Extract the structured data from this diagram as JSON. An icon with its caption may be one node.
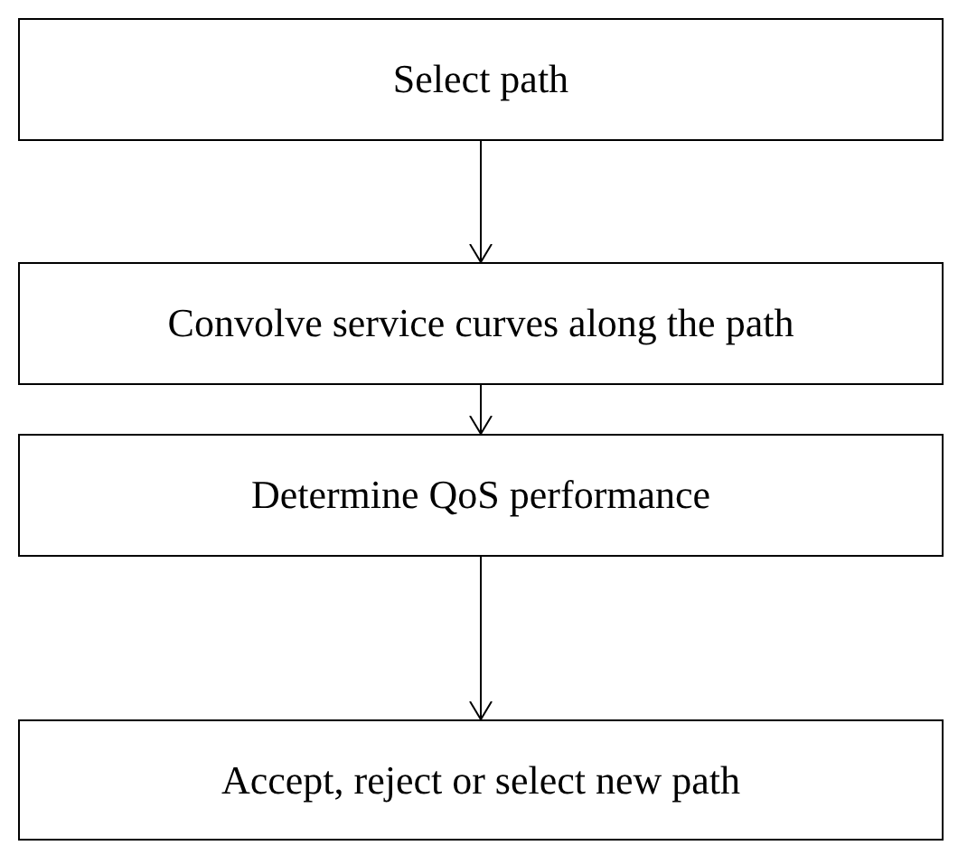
{
  "diagram": {
    "nodes": [
      {
        "text": [
          "Select path"
        ]
      },
      {
        "text": [
          "Convolve service curves along the path"
        ]
      },
      {
        "text": [
          "Determine QoS performance"
        ]
      },
      {
        "text": [
          "Accept, reject or select new path"
        ]
      }
    ],
    "edges": [
      {
        "from": 0,
        "to": 1,
        "arrow": "to"
      },
      {
        "from": 1,
        "to": 2,
        "arrow": "to"
      },
      {
        "from": 2,
        "to": 3,
        "arrow": "to"
      }
    ]
  }
}
